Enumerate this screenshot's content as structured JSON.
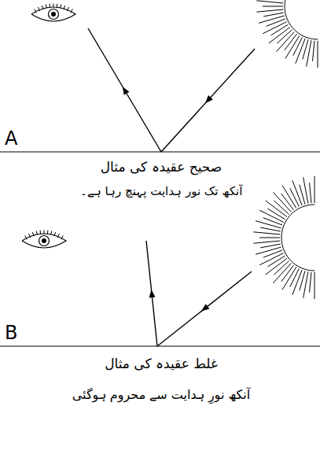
{
  "diagram": {
    "labels": [
      "A",
      "صحیح عقیدہ کی مثال",
      "آنکھ تک نور ہدایت پہنچ رہا ہے۔",
      "B",
      "غلط عقیدہ کی مثال",
      "آنکھ نورِ ہدایت سے محروم ہوگئی"
    ]
  }
}
